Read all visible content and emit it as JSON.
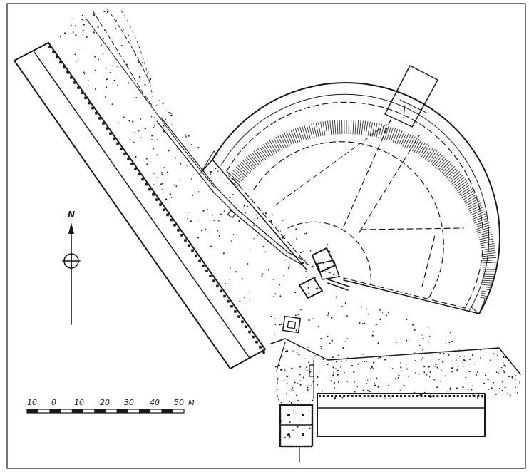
{
  "north": {
    "label": "N"
  },
  "scale_bar": {
    "ticks": [
      "10",
      "0",
      "10",
      "20",
      "30",
      "40",
      "50"
    ],
    "unit": "M"
  },
  "colors": {
    "ink": "#1a1a1a",
    "paper": "#ffffff"
  }
}
